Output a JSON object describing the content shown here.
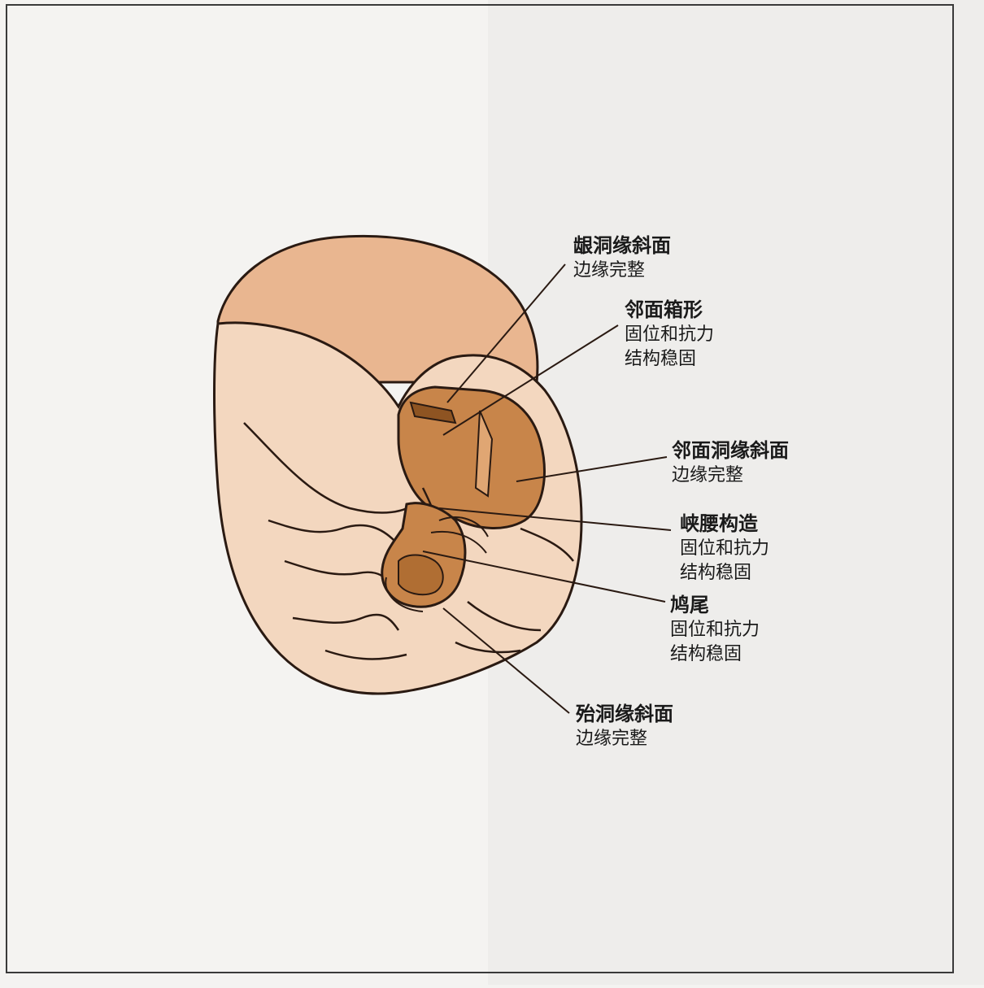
{
  "labels": [
    {
      "title": "龈洞缘斜面",
      "lines": [
        "边缘完整"
      ]
    },
    {
      "title": "邻面箱形",
      "lines": [
        "固位和抗力",
        "结构稳固"
      ]
    },
    {
      "title": "邻面洞缘斜面",
      "lines": [
        "边缘完整"
      ]
    },
    {
      "title": "峡腰构造",
      "lines": [
        "固位和抗力",
        "结构稳固"
      ]
    },
    {
      "title": "鸠尾",
      "lines": [
        "固位和抗力",
        "结构稳固"
      ]
    },
    {
      "title": "殆洞缘斜面",
      "lines": [
        "边缘完整"
      ]
    }
  ],
  "colors": {
    "tooth_light": "#f3d7bf",
    "tooth_top": "#e8b48e",
    "cavity": "#c8854a",
    "cavity_dark": "#a9672f",
    "outline": "#2a1a12",
    "leader": "#2a1a12"
  }
}
